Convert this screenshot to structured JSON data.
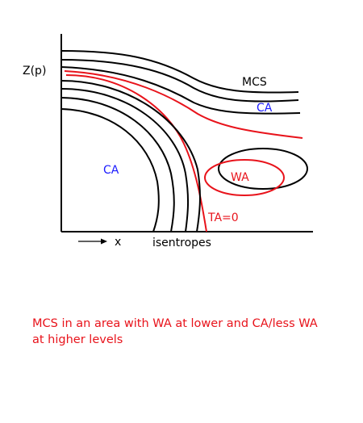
{
  "labels": {
    "y_axis": "Z(p)",
    "mcs": "MCS",
    "ca_upper": "CA",
    "ca_lower": "CA",
    "wa": "WA",
    "ta_zero": "TA=0",
    "x_axis": "x",
    "isentropes": "isentropes"
  },
  "caption": {
    "line1": "MCS in an area with WA at lower and CA/less WA",
    "line2": "at higher levels"
  },
  "colors": {
    "black": "#000000",
    "red": "#e8131b",
    "blue": "#1a1aff"
  }
}
